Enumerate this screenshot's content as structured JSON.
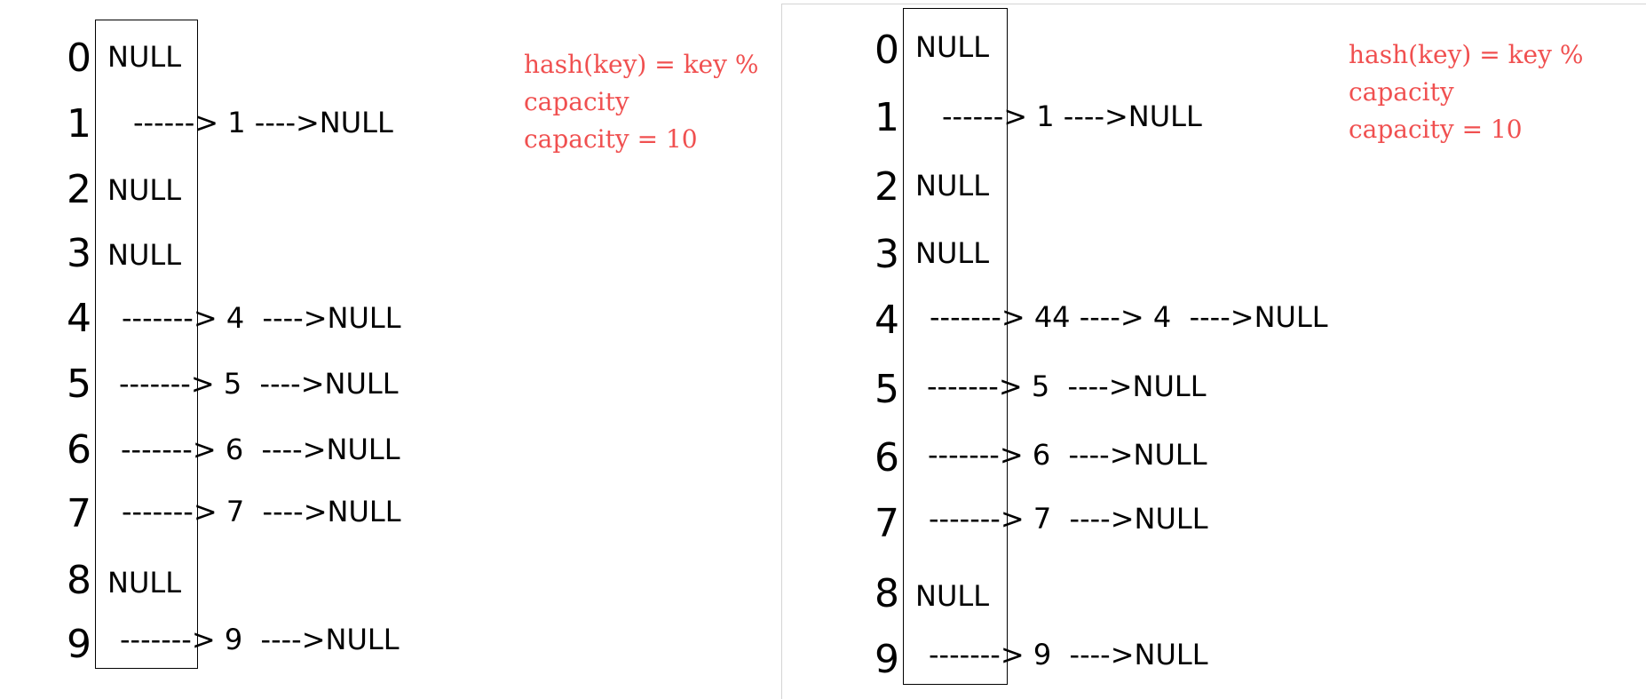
{
  "left": {
    "rows": [
      {
        "index": "0",
        "cell": "NULL",
        "chain": ""
      },
      {
        "index": "1",
        "cell": "",
        "chain": "------> 1 ---->NULL"
      },
      {
        "index": "2",
        "cell": "NULL",
        "chain": ""
      },
      {
        "index": "3",
        "cell": "NULL",
        "chain": ""
      },
      {
        "index": "4",
        "cell": "",
        "chain": "-------> 4  ---->NULL"
      },
      {
        "index": "5",
        "cell": "",
        "chain": "-------> 5  ---->NULL"
      },
      {
        "index": "6",
        "cell": "",
        "chain": "-------> 6  ---->NULL"
      },
      {
        "index": "7",
        "cell": "",
        "chain": "-------> 7  ---->NULL"
      },
      {
        "index": "8",
        "cell": "NULL",
        "chain": ""
      },
      {
        "index": "9",
        "cell": "",
        "chain": "-------> 9  ---->NULL"
      }
    ],
    "note": [
      "hash(key) = key %",
      "capacity",
      "capacity = 10"
    ]
  },
  "right": {
    "rows": [
      {
        "index": "0",
        "cell": "NULL",
        "chain": ""
      },
      {
        "index": "1",
        "cell": "",
        "chain": "------> 1 ---->NULL"
      },
      {
        "index": "2",
        "cell": "NULL",
        "chain": ""
      },
      {
        "index": "3",
        "cell": "NULL",
        "chain": ""
      },
      {
        "index": "4",
        "cell": "",
        "chain": "-------> 44 ----> 4  ---->NULL"
      },
      {
        "index": "5",
        "cell": "",
        "chain": "-------> 5  ---->NULL"
      },
      {
        "index": "6",
        "cell": "",
        "chain": "-------> 6  ---->NULL"
      },
      {
        "index": "7",
        "cell": "",
        "chain": "-------> 7  ---->NULL"
      },
      {
        "index": "8",
        "cell": "NULL",
        "chain": ""
      },
      {
        "index": "9",
        "cell": "",
        "chain": "-------> 9  ---->NULL"
      }
    ],
    "note": [
      "hash(key) = key %",
      "capacity",
      "capacity = 10"
    ]
  },
  "colors": {
    "note": "#f05050",
    "box": "#000000"
  }
}
